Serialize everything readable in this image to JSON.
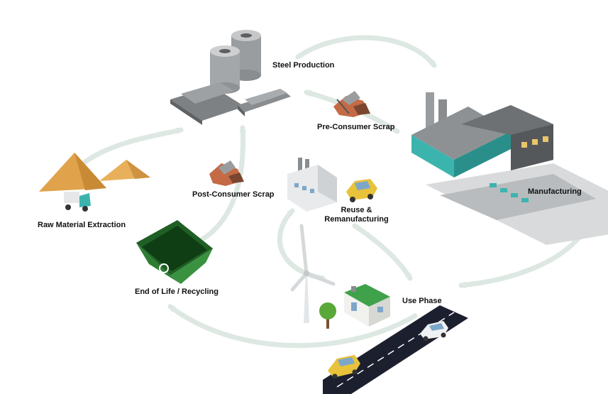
{
  "stages": {
    "steel_production": "Steel Production",
    "pre_consumer_scrap": "Pre-Consumer Scrap",
    "manufacturing": "Manufacturing",
    "raw_material_extraction": "Raw Material Extraction",
    "post_consumer_scrap": "Post-Consumer Scrap",
    "reuse_line1": "Reuse &",
    "reuse_line2": "Remanufacturing",
    "end_of_life": "End of Life / Recycling",
    "use_phase": "Use Phase"
  },
  "colors": {
    "arrow": "#dde8e2",
    "teal": "#3cb4ae",
    "sand": "#e0a24a",
    "green_bin": "#2f7d32",
    "road": "#1c1f2e",
    "taxi": "#e8c23a"
  },
  "icons": [
    "steel-coil-icon",
    "steel-beam-icon",
    "scrap-pile-icon",
    "factory-icon",
    "sand-pile-icon",
    "truck-icon",
    "skip-bin-icon",
    "recycle-icon",
    "small-factory-icon",
    "car-icon",
    "wind-turbine-icon",
    "tree-icon",
    "house-icon",
    "road-icon"
  ]
}
